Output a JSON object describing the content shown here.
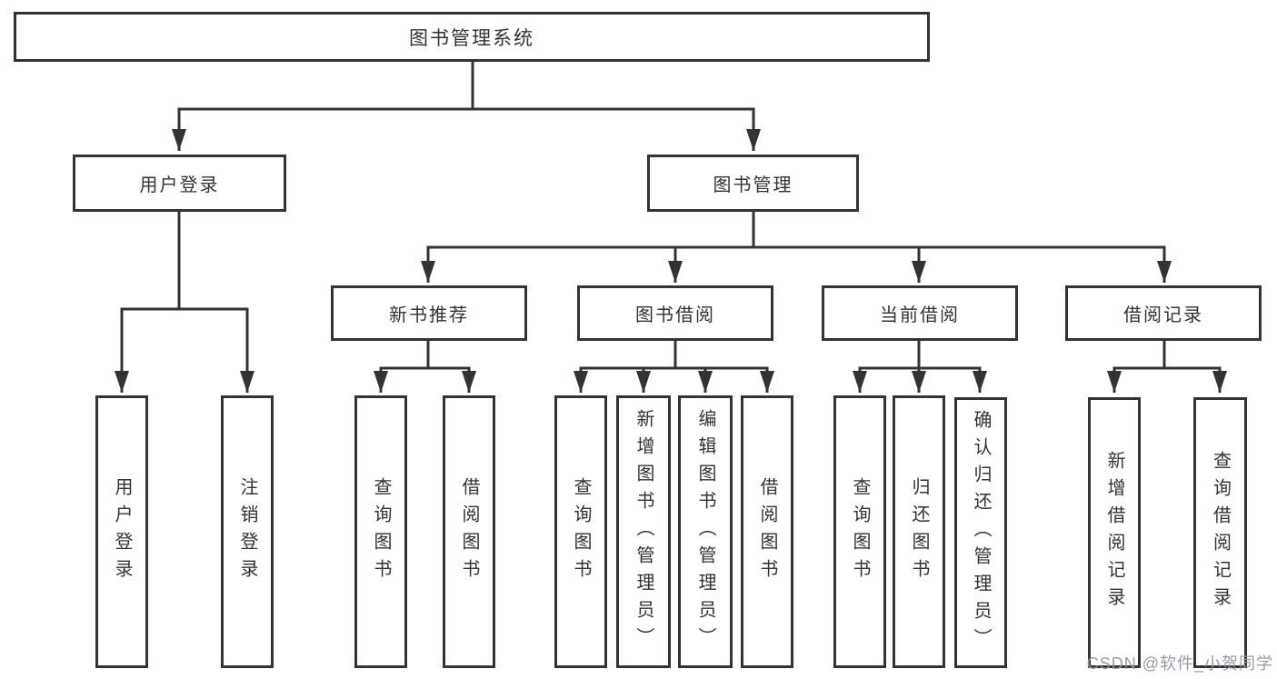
{
  "diagram": {
    "type": "hierarchy-tree",
    "background_color": "#ffffff",
    "line_color": "#333333",
    "box_border_color": "#333333",
    "text_color": "#333333",
    "nodes": {
      "root": {
        "label": "图书管理系统",
        "level": 1
      },
      "user_login": {
        "label": "用户登录",
        "level": 2
      },
      "book_mgmt": {
        "label": "图书管理",
        "level": 2
      },
      "new_book_rec": {
        "label": "新书推荐",
        "level": 3
      },
      "book_borrow": {
        "label": "图书借阅",
        "level": 3
      },
      "current_borrow": {
        "label": "当前借阅",
        "level": 3
      },
      "borrow_records": {
        "label": "借阅记录",
        "level": 3
      },
      "login": {
        "label": "用户登录",
        "level": 4
      },
      "logout": {
        "label": "注销登录",
        "level": 4
      },
      "query_book_1": {
        "label": "查询图书",
        "level": 4
      },
      "borrow_book_1": {
        "label": "借阅图书",
        "level": 4
      },
      "query_book_2": {
        "label": "查询图书",
        "level": 4
      },
      "add_book": {
        "label": "新增图书（管理员）",
        "level": 4
      },
      "edit_book": {
        "label": "编辑图书（管理员）",
        "level": 4
      },
      "borrow_book_2": {
        "label": "借阅图书",
        "level": 4
      },
      "query_book_3": {
        "label": "查询图书",
        "level": 4
      },
      "return_book": {
        "label": "归还图书",
        "level": 4
      },
      "confirm_return": {
        "label": "确认归还（管理员）",
        "level": 4
      },
      "add_borrow_record": {
        "label": "新增借阅记录",
        "level": 4
      },
      "query_borrow_record": {
        "label": "查询借阅记录",
        "level": 4
      }
    },
    "edges": [
      [
        "root",
        "user_login"
      ],
      [
        "root",
        "book_mgmt"
      ],
      [
        "user_login",
        "login"
      ],
      [
        "user_login",
        "logout"
      ],
      [
        "book_mgmt",
        "new_book_rec"
      ],
      [
        "book_mgmt",
        "book_borrow"
      ],
      [
        "book_mgmt",
        "current_borrow"
      ],
      [
        "book_mgmt",
        "borrow_records"
      ],
      [
        "new_book_rec",
        "query_book_1"
      ],
      [
        "new_book_rec",
        "borrow_book_1"
      ],
      [
        "book_borrow",
        "query_book_2"
      ],
      [
        "book_borrow",
        "add_book"
      ],
      [
        "book_borrow",
        "edit_book"
      ],
      [
        "book_borrow",
        "borrow_book_2"
      ],
      [
        "current_borrow",
        "query_book_3"
      ],
      [
        "current_borrow",
        "return_book"
      ],
      [
        "current_borrow",
        "confirm_return"
      ],
      [
        "borrow_records",
        "add_borrow_record"
      ],
      [
        "borrow_records",
        "query_borrow_record"
      ]
    ],
    "watermark": {
      "text": "CSDN @软件_小贺同学",
      "color": "#9496a0"
    }
  }
}
